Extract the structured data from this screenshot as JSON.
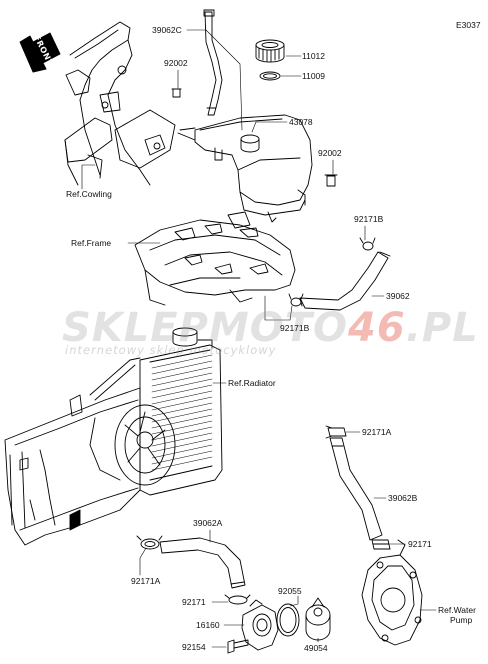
{
  "diagram_code": "E3037",
  "front_arrow": "FRONT",
  "watermark": {
    "brand_left": "SKLEP",
    "brand_mid": "MOTO",
    "brand_accent": "46",
    "brand_right": ".PL",
    "tagline": "internetowy sklep motocyklowy",
    "accent_color": "#dc3c28"
  },
  "labels": {
    "p39062C": "39062C",
    "p11012": "11012",
    "p11009": "11009",
    "p92002a": "92002",
    "p43078": "43078",
    "p92002b": "92002",
    "ref_cowling": "Ref.Cowling",
    "p92171B_top": "92171B",
    "ref_frame": "Ref.Frame",
    "p39062": "39062",
    "p92171B_mid": "92171B",
    "ref_radiator": "Ref.Radiator",
    "p92171A_right": "92171A",
    "p39062B": "39062B",
    "p39062A": "39062A",
    "p92171_right": "92171",
    "ref_waterpump_1": "Ref.Water",
    "ref_waterpump_2": "Pump",
    "p92171A_left": "92171A",
    "p92055": "92055",
    "p92171_low": "92171",
    "p16160": "16160",
    "p49054": "49054",
    "p92154": "92154"
  }
}
